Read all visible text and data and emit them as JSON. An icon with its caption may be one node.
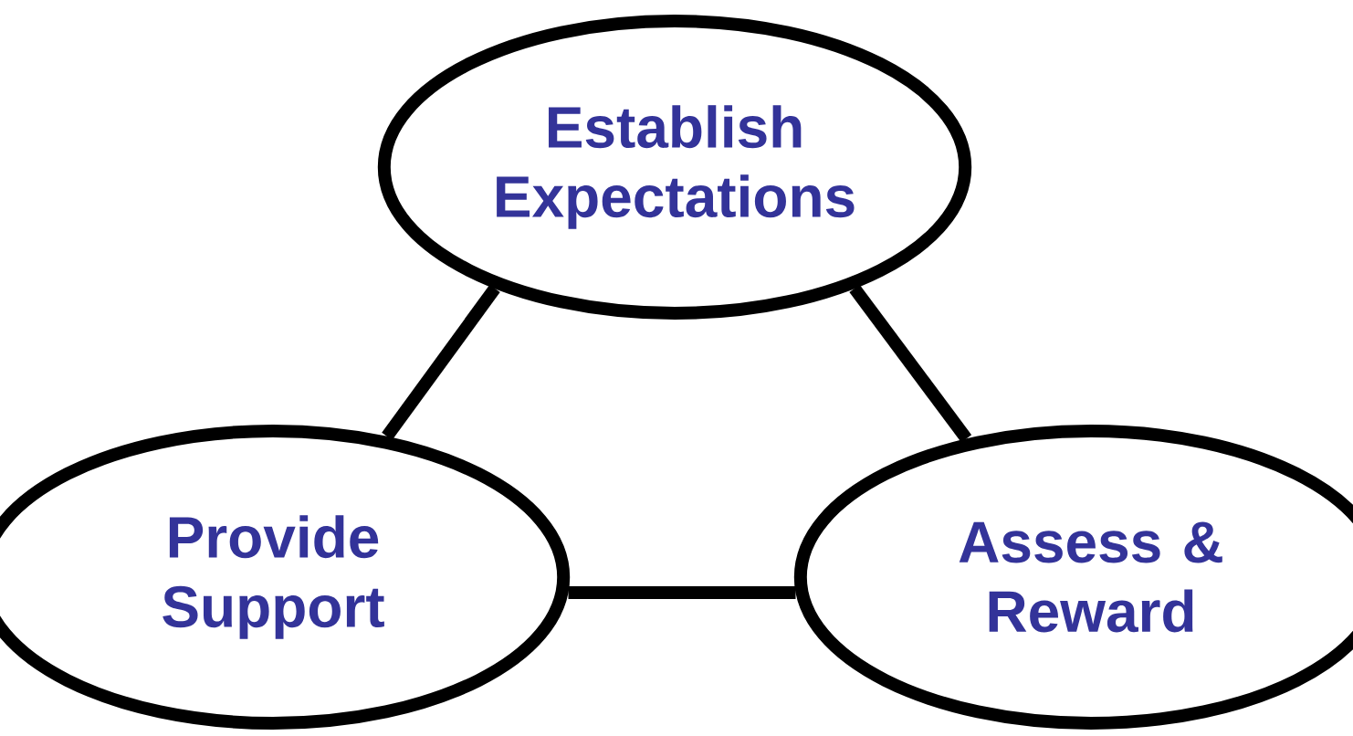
{
  "diagram": {
    "nodes": [
      {
        "text": [
          "Establish Expectations"
        ]
      },
      {
        "text": [
          "Provide Support"
        ]
      },
      {
        "text": [
          "Assess & Reward"
        ]
      }
    ],
    "edges": [
      {
        "from": 0,
        "to": 1,
        "arrow": "none"
      },
      {
        "from": 0,
        "to": 2,
        "arrow": "none"
      },
      {
        "from": 1,
        "to": 2,
        "arrow": "none"
      }
    ]
  }
}
